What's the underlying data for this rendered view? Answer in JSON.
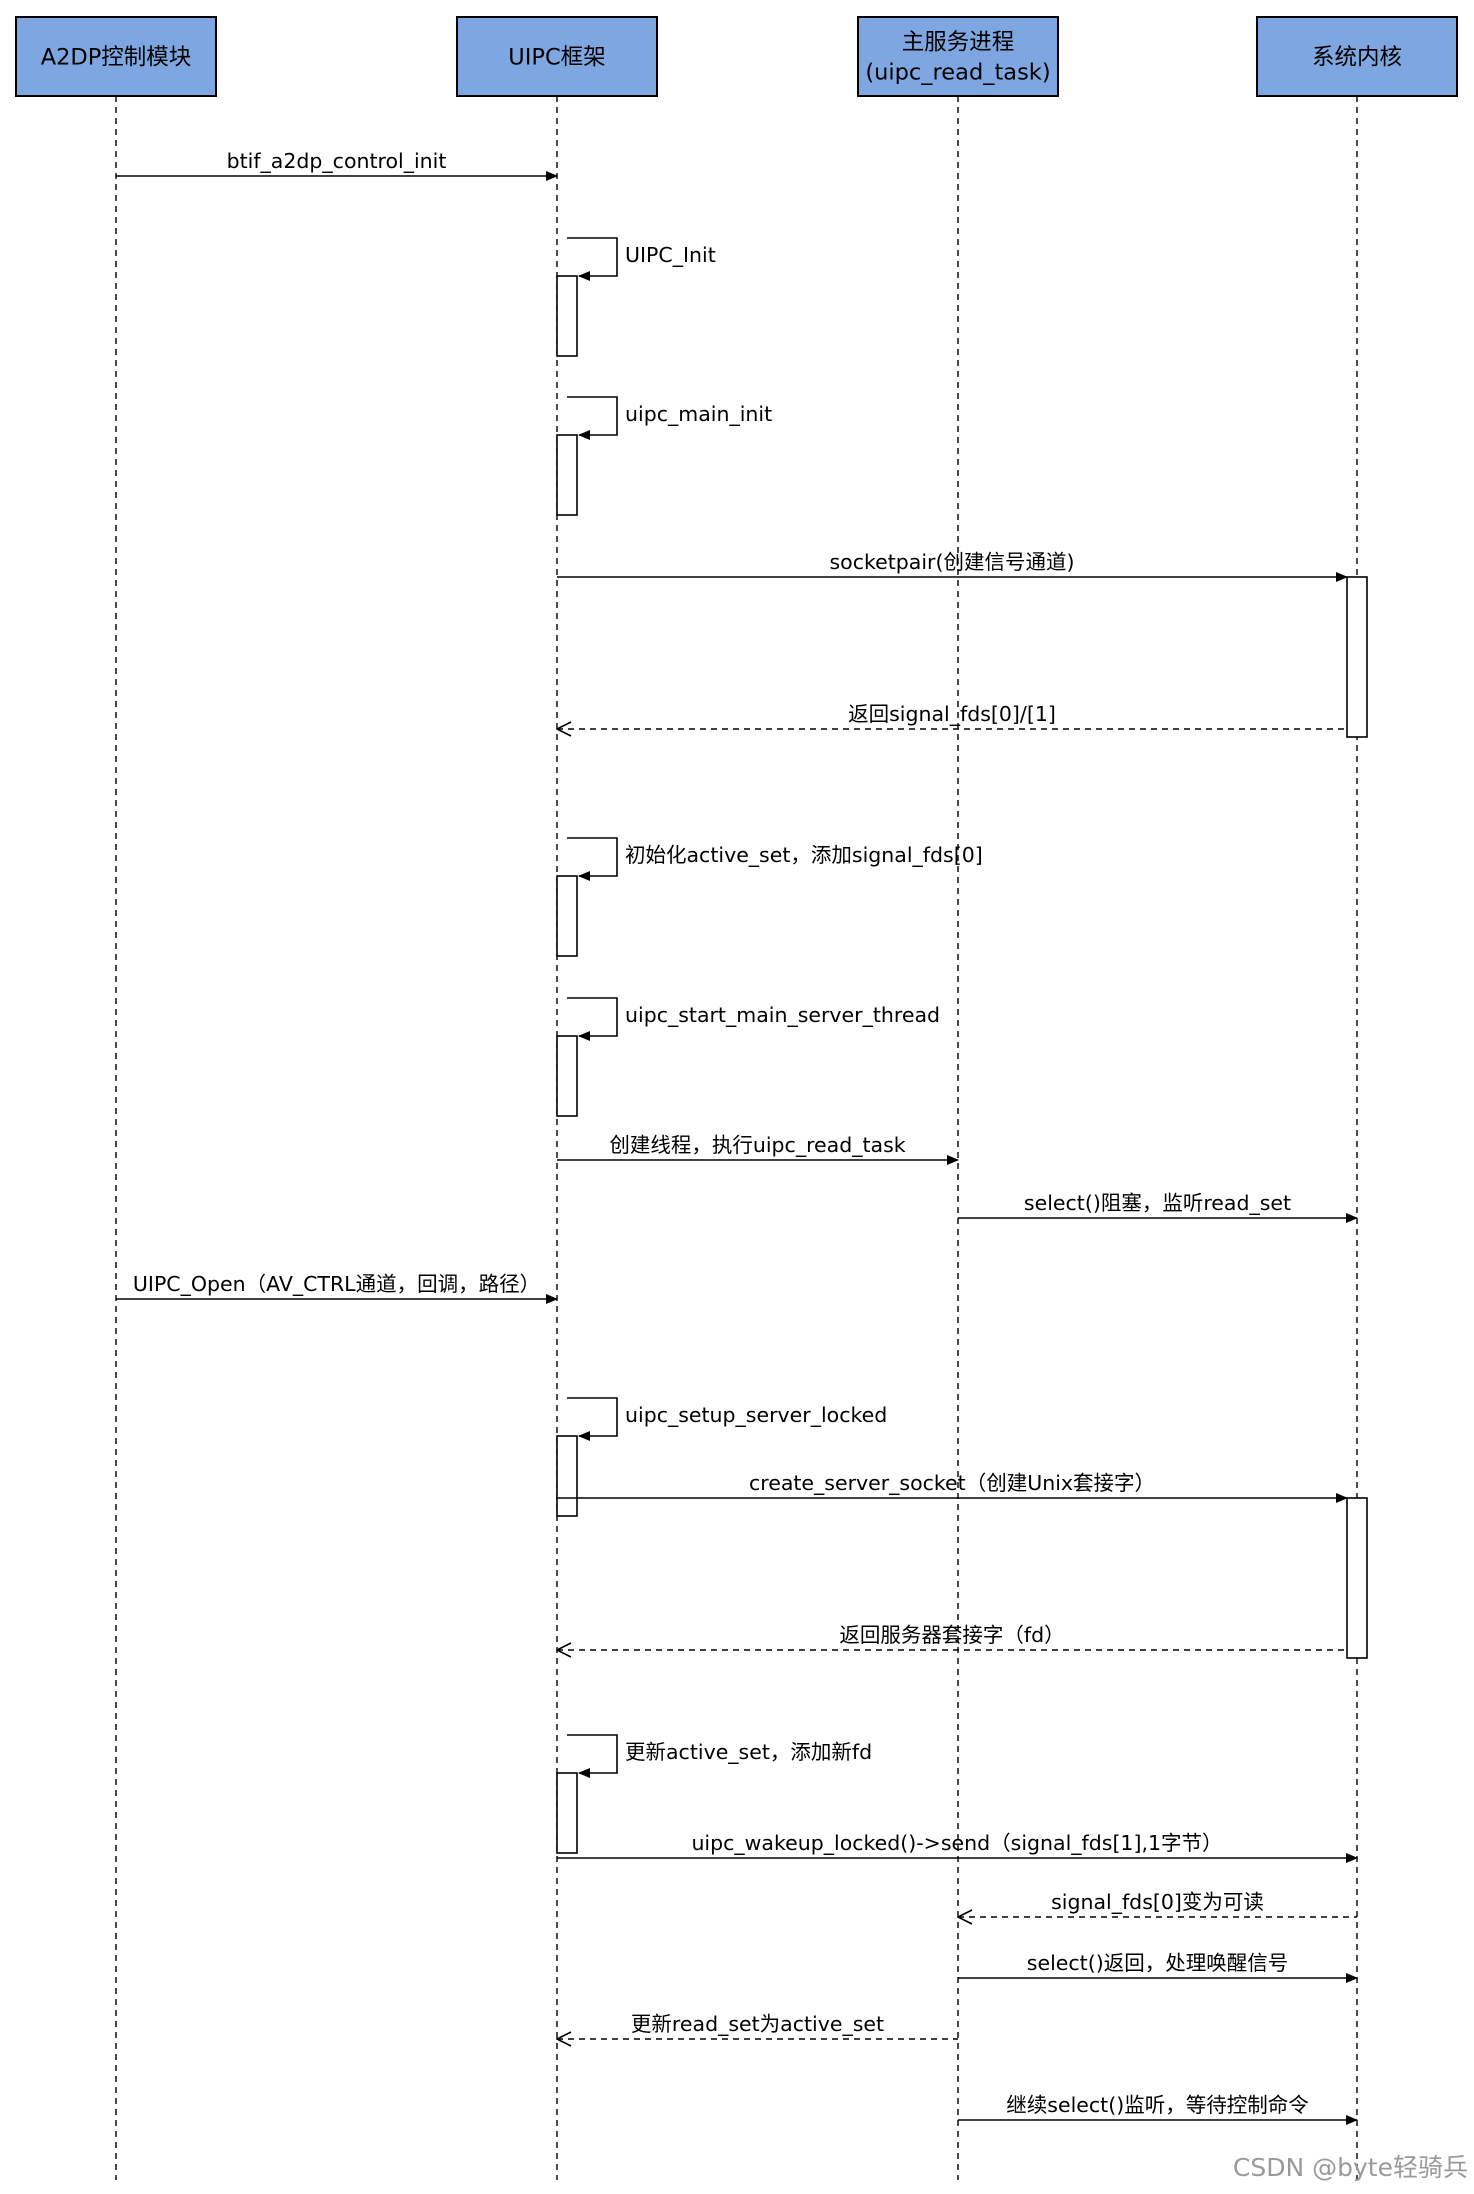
{
  "participants": [
    {
      "lines": [
        "A2DP控制模块"
      ]
    },
    {
      "lines": [
        "UIPC框架"
      ]
    },
    {
      "lines": [
        "主服务进程",
        "(uipc_read_task)"
      ]
    },
    {
      "lines": [
        "系统内核"
      ]
    }
  ],
  "messages": [
    {
      "from": 0,
      "to": 1,
      "type": "sync",
      "label": "btif_a2dp_control_init"
    },
    {
      "from": 1,
      "to": 1,
      "type": "self",
      "label": "UIPC_Init"
    },
    {
      "from": 1,
      "to": 1,
      "type": "self",
      "label": "uipc_main_init"
    },
    {
      "from": 1,
      "to": 3,
      "type": "sync",
      "label": "socketpair(创建信号通道)"
    },
    {
      "from": 3,
      "to": 1,
      "type": "return",
      "label": "返回signal_fds[0]/[1]"
    },
    {
      "from": 1,
      "to": 1,
      "type": "self",
      "label": "初始化active_set，添加signal_fds[0]"
    },
    {
      "from": 1,
      "to": 1,
      "type": "self",
      "label": "uipc_start_main_server_thread"
    },
    {
      "from": 1,
      "to": 2,
      "type": "sync",
      "label": "创建线程，执行uipc_read_task"
    },
    {
      "from": 2,
      "to": 3,
      "type": "sync",
      "label": "select()阻塞，监听read_set"
    },
    {
      "from": 0,
      "to": 1,
      "type": "sync",
      "label": "UIPC_Open（AV_CTRL通道，回调，路径）"
    },
    {
      "from": 1,
      "to": 1,
      "type": "self",
      "label": "uipc_setup_server_locked"
    },
    {
      "from": 1,
      "to": 3,
      "type": "sync",
      "label": "create_server_socket（创建Unix套接字）"
    },
    {
      "from": 3,
      "to": 1,
      "type": "return",
      "label": "返回服务器套接字（fd）"
    },
    {
      "from": 1,
      "to": 1,
      "type": "self",
      "label": "更新active_set，添加新fd"
    },
    {
      "from": 1,
      "to": 3,
      "type": "sync",
      "label": "uipc_wakeup_locked()->send（signal_fds[1],1字节）"
    },
    {
      "from": 3,
      "to": 2,
      "type": "return",
      "label": "signal_fds[0]变为可读"
    },
    {
      "from": 2,
      "to": 3,
      "type": "sync",
      "label": "select()返回，处理唤醒信号"
    },
    {
      "from": 2,
      "to": 1,
      "type": "return",
      "label": "更新read_set为active_set"
    },
    {
      "from": 2,
      "to": 3,
      "type": "sync",
      "label": "继续select()监听，等待控制命令"
    }
  ],
  "watermark": "CSDN @byte轻骑兵",
  "colors": {
    "participant_fill": "#7EA6E0",
    "participant_stroke": "#000000",
    "line": "#000000",
    "activation_fill": "#ffffff"
  }
}
